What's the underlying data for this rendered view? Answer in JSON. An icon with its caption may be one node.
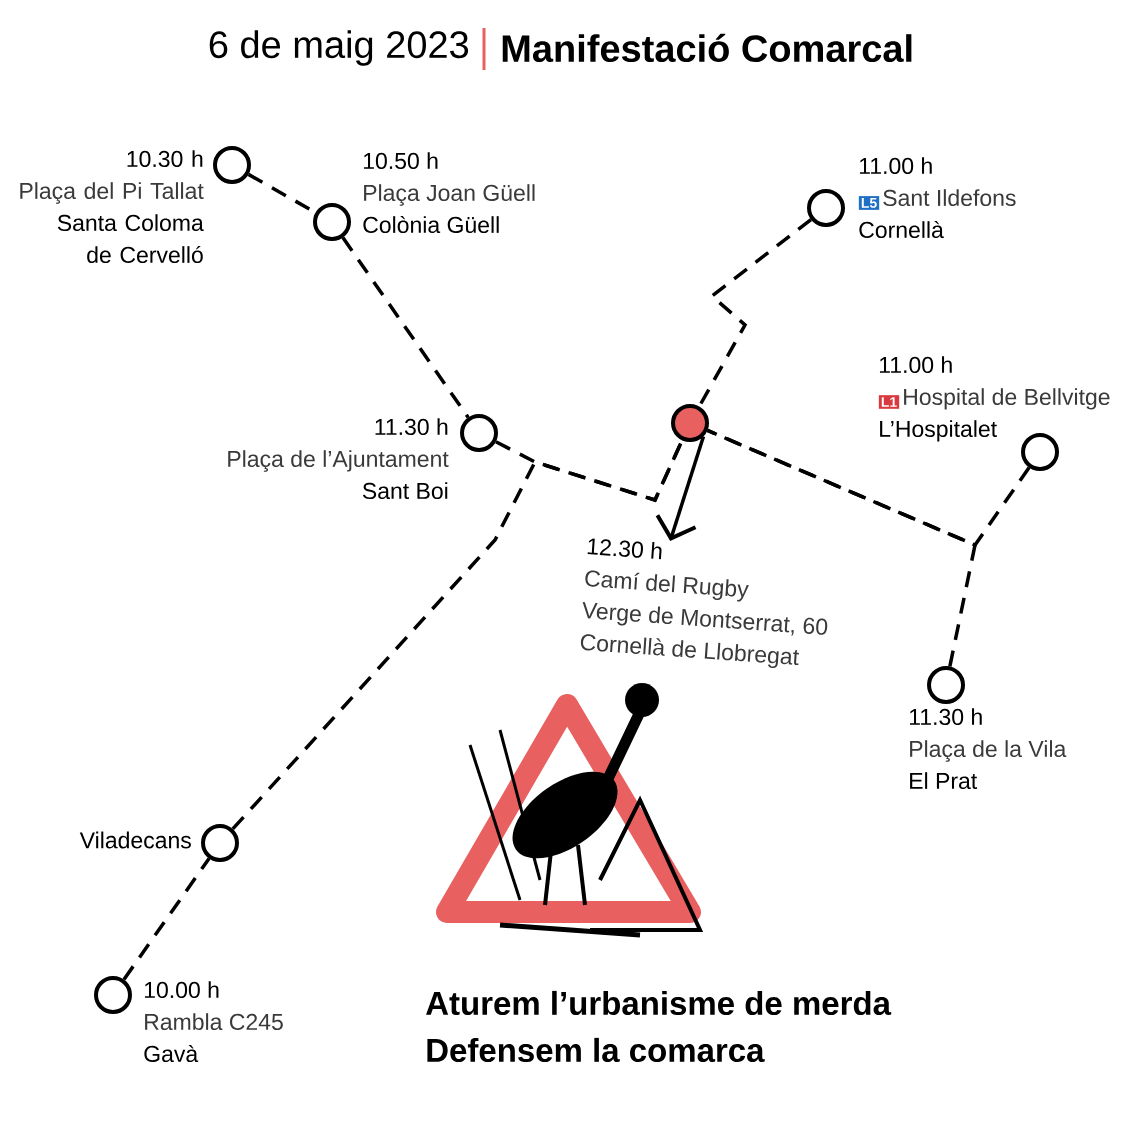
{
  "diagram": {
    "title": "Manifestació Comarcal",
    "nodes": [
      {
        "text": [],
        "shape": "circle",
        "beside": [
          "10.30 h",
          "Plaça del Pi Tallat",
          "Santa Coloma de Cervelló"
        ]
      },
      {
        "text": [],
        "shape": "circle",
        "beside": [
          "10.50 h",
          "Plaça Joan Güell",
          "Colònia Güell"
        ]
      },
      {
        "text": [],
        "shape": "circle",
        "beside": [
          "11.00 h",
          "Sant Ildefons",
          "Cornellà"
        ]
      },
      {
        "text": [],
        "shape": "circle",
        "beside": [
          "11.30 h",
          "Plaça de l’Ajuntament",
          "Sant Boi"
        ]
      },
      {
        "text": [],
        "shape": "circle"
      },
      {
        "text": [
          "12.30 h",
          "Camí del Rugby",
          "Verge de Montserrat, 60",
          "Cornellà de Llobregat"
        ]
      },
      {
        "text": [],
        "shape": "circle",
        "beside": [
          "11.00 h",
          "Hospital de Bellvitge",
          "L’Hospitalet"
        ]
      },
      {
        "text": [],
        "shape": "circle",
        "beside": [
          "11.30 h",
          "Plaça de la Vila",
          "El Prat"
        ]
      },
      {
        "text": [],
        "shape": "circle",
        "beside": [
          "Viladecans"
        ]
      },
      {
        "text": [],
        "shape": "circle",
        "beside": [
          "10.00 h",
          "Rambla C245",
          "Gavà"
        ]
      }
    ],
    "edges": [
      {
        "from": 0,
        "to": 1,
        "arrow": "none",
        "style": "dashed"
      },
      {
        "from": 1,
        "to": 3,
        "arrow": "none",
        "style": "dashed"
      },
      {
        "from": 3,
        "to": 4,
        "arrow": "none",
        "style": "dashed"
      },
      {
        "from": 2,
        "to": 4,
        "arrow": "none",
        "style": "dashed"
      },
      {
        "from": 6,
        "to": 4,
        "arrow": "none",
        "style": "dashed"
      },
      {
        "from": 7,
        "to": 4,
        "arrow": "none",
        "style": "dashed"
      },
      {
        "from": 8,
        "to": 4,
        "arrow": "none",
        "style": "dashed"
      },
      {
        "from": 9,
        "to": 8,
        "arrow": "none",
        "style": "dashed"
      },
      {
        "from": 4,
        "to": 5,
        "arrow": "to"
      }
    ],
    "labels": [
      "6 de maig 2023",
      "L5",
      "L1",
      "Aturem l’urbanisme de merda",
      "Defensem la comarca"
    ]
  }
}
